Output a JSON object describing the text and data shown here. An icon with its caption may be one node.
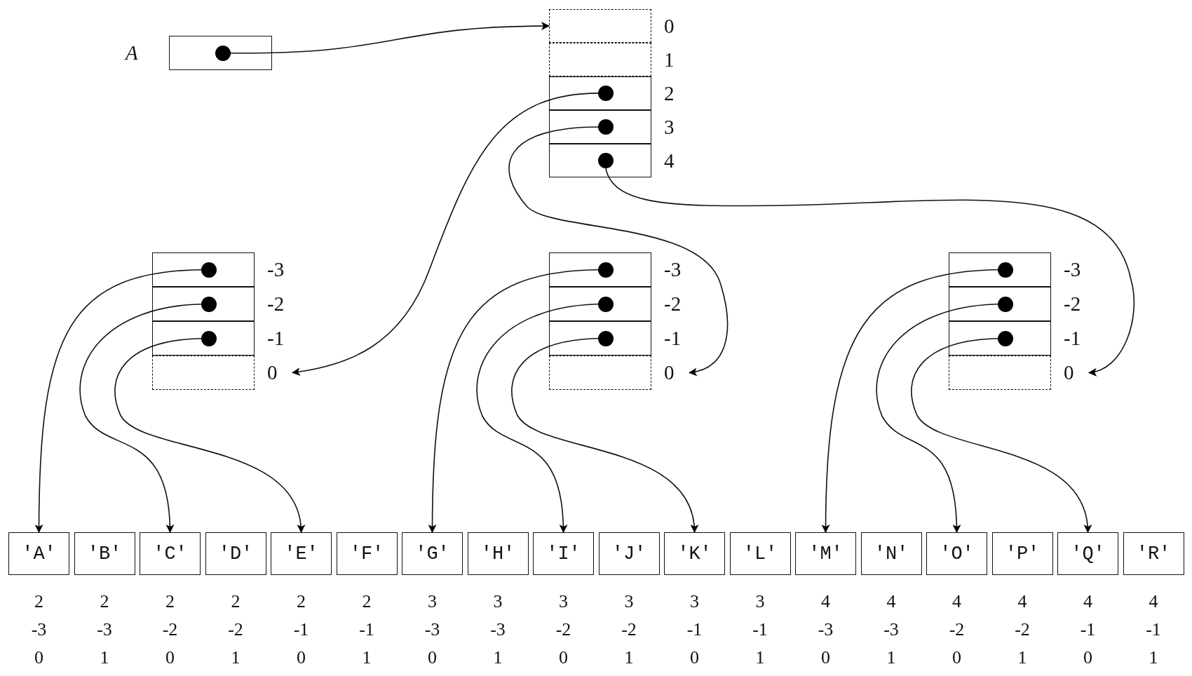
{
  "diagram": {
    "nodes": [
      {
        "text": [],
        "shape": "box",
        "beside": [
          "A"
        ]
      },
      {
        "text": [],
        "shape": "box",
        "beside": [
          "0"
        ]
      },
      {
        "text": [],
        "shape": "box",
        "beside": [
          "1"
        ]
      },
      {
        "text": [],
        "shape": "box",
        "beside": [
          "2"
        ]
      },
      {
        "text": [],
        "shape": "box",
        "beside": [
          "3"
        ]
      },
      {
        "text": [],
        "shape": "box",
        "beside": [
          "4"
        ]
      },
      {
        "text": [],
        "shape": "box",
        "beside": [
          "-3"
        ]
      },
      {
        "text": [],
        "shape": "box",
        "beside": [
          "-2"
        ]
      },
      {
        "text": [],
        "shape": "box",
        "beside": [
          "-1"
        ]
      },
      {
        "text": [],
        "shape": "box",
        "beside": [
          "0"
        ]
      },
      {
        "text": [],
        "shape": "box",
        "beside": [
          "-3"
        ]
      },
      {
        "text": [],
        "shape": "box",
        "beside": [
          "-2"
        ]
      },
      {
        "text": [],
        "shape": "box",
        "beside": [
          "-1"
        ]
      },
      {
        "text": [],
        "shape": "box",
        "beside": [
          "0"
        ]
      },
      {
        "text": [],
        "shape": "box",
        "beside": [
          "-3"
        ]
      },
      {
        "text": [],
        "shape": "box",
        "beside": [
          "-2"
        ]
      },
      {
        "text": [],
        "shape": "box",
        "beside": [
          "-1"
        ]
      },
      {
        "text": [],
        "shape": "box",
        "beside": [
          "0"
        ]
      },
      {
        "text": [
          "′A′"
        ],
        "beside": [
          "2",
          "-3",
          "0"
        ]
      },
      {
        "text": [
          "′B′"
        ],
        "beside": [
          "2",
          "-3",
          "1"
        ]
      },
      {
        "text": [
          "′C′"
        ],
        "beside": [
          "2",
          "-2",
          "0"
        ]
      },
      {
        "text": [
          "′D′"
        ],
        "beside": [
          "2",
          "-2",
          "1"
        ]
      },
      {
        "text": [
          "′E′"
        ],
        "beside": [
          "2",
          "-1",
          "0"
        ]
      },
      {
        "text": [
          "′F′"
        ],
        "beside": [
          "2",
          "-1",
          "1"
        ]
      },
      {
        "text": [
          "′G′"
        ],
        "beside": [
          "3",
          "-3",
          "0"
        ]
      },
      {
        "text": [
          "′H′"
        ],
        "beside": [
          "3",
          "-3",
          "1"
        ]
      },
      {
        "text": [
          "′I′"
        ],
        "beside": [
          "3",
          "-2",
          "0"
        ]
      },
      {
        "text": [
          "′J′"
        ],
        "beside": [
          "3",
          "-2",
          "1"
        ]
      },
      {
        "text": [
          "′K′"
        ],
        "beside": [
          "3",
          "-1",
          "0"
        ]
      },
      {
        "text": [
          "′L′"
        ],
        "beside": [
          "3",
          "-1",
          "1"
        ]
      },
      {
        "text": [
          "′M′"
        ],
        "beside": [
          "4",
          "-3",
          "0"
        ]
      },
      {
        "text": [
          "′N′"
        ],
        "beside": [
          "4",
          "-3",
          "1"
        ]
      },
      {
        "text": [
          "′O′"
        ],
        "beside": [
          "4",
          "-2",
          "0"
        ]
      },
      {
        "text": [
          "′P′"
        ],
        "beside": [
          "4",
          "-2",
          "1"
        ]
      },
      {
        "text": [
          "′Q′"
        ],
        "beside": [
          "4",
          "-1",
          "0"
        ]
      },
      {
        "text": [
          "′R′"
        ],
        "beside": [
          "4",
          "-1",
          "1"
        ]
      }
    ],
    "edges": [
      {
        "from": 0,
        "to": 1,
        "arrow": "to"
      },
      {
        "from": 3,
        "to": 9,
        "arrow": "to"
      },
      {
        "from": 4,
        "to": 13,
        "arrow": "to"
      },
      {
        "from": 5,
        "to": 17,
        "arrow": "to"
      },
      {
        "from": 6,
        "to": 18,
        "arrow": "to"
      },
      {
        "from": 7,
        "to": 20,
        "arrow": "to"
      },
      {
        "from": 8,
        "to": 22,
        "arrow": "to"
      },
      {
        "from": 10,
        "to": 24,
        "arrow": "to"
      },
      {
        "from": 11,
        "to": 26,
        "arrow": "to"
      },
      {
        "from": 12,
        "to": 28,
        "arrow": "to"
      },
      {
        "from": 14,
        "to": 30,
        "arrow": "to"
      },
      {
        "from": 15,
        "to": 32,
        "arrow": "to"
      },
      {
        "from": 16,
        "to": 34,
        "arrow": "to"
      }
    ]
  }
}
